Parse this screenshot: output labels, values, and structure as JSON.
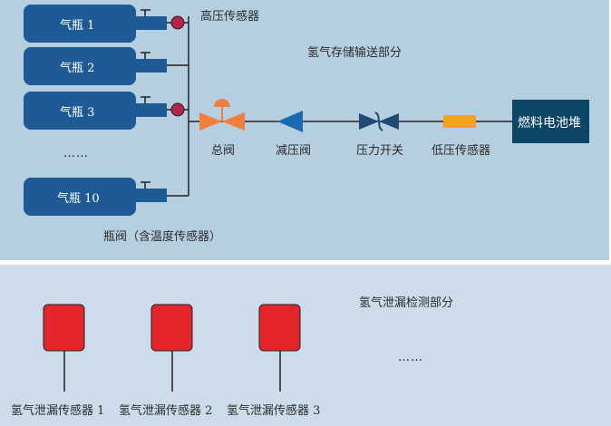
{
  "storage": {
    "title": "氢气存储输送部分",
    "high_pressure_sensor": "高压传感器",
    "bottle_valve": "瓶阀（含温度传感器）",
    "cylinders": [
      "气瓶 1",
      "气瓶 2",
      "气瓶 3",
      "气瓶 10"
    ],
    "ellipsis": "……",
    "main_valve": "总阀",
    "pressure_reducer": "减压阀",
    "pressure_switch": "压力开关",
    "low_pressure_sensor": "低压传感器",
    "fuel_cell_stack": "燃料电池堆"
  },
  "leak": {
    "title": "氢气泄漏检测部分",
    "sensors": [
      "氢气泄漏传感器 1",
      "氢气泄漏传感器 2",
      "氢气泄漏传感器 3"
    ],
    "ellipsis": "……"
  },
  "colors": {
    "cylinder": "#1e5b96",
    "stack": "#0d4566",
    "valve_orange": "#f07f3c",
    "reducer_blue": "#1a6bb0",
    "switch_navy": "#1e4a73",
    "low_sensor": "#f4a21c",
    "sensor_red": "#e4262c",
    "sensor_dot": "#b3254a"
  }
}
